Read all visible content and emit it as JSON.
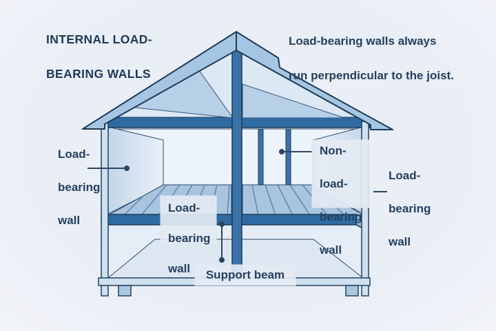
{
  "title": {
    "lines": [
      "INTERNAL LOAD-",
      "BEARING WALLS"
    ]
  },
  "note": {
    "lines": [
      "Load-bearing walls always",
      "run perpendicular to the joist."
    ]
  },
  "labels": {
    "left_wall": {
      "lines": [
        "Load-",
        "bearing",
        "wall"
      ]
    },
    "center_wall": {
      "lines": [
        "Load-",
        "bearing",
        "wall"
      ]
    },
    "non_load": {
      "lines": [
        "Non-",
        "load-",
        "bearing",
        "wall"
      ]
    },
    "right_wall": {
      "lines": [
        "Load-",
        "bearing",
        "wall"
      ]
    },
    "support_beam": {
      "text": "Support beam"
    }
  },
  "colors": {
    "background": "#eceff7",
    "roof": "#a5c6e3",
    "attic": "#dce8f4",
    "attic_triangle": "#b7cfe7",
    "outline": "#1d3a57",
    "beam_dark": "#2f6ba3",
    "post_blue": "#3a72a8",
    "wall_band": "#cfe0ef",
    "back_wall": "#edf3fa",
    "floor_planks": "#a9c4de",
    "plank_line": "#5d87b0",
    "lower_room": "#e6edf6",
    "lower_floor": "#dde7f2",
    "label_box": "#e4eaf3",
    "text": "#24405f",
    "pointer": "#2a4663"
  }
}
